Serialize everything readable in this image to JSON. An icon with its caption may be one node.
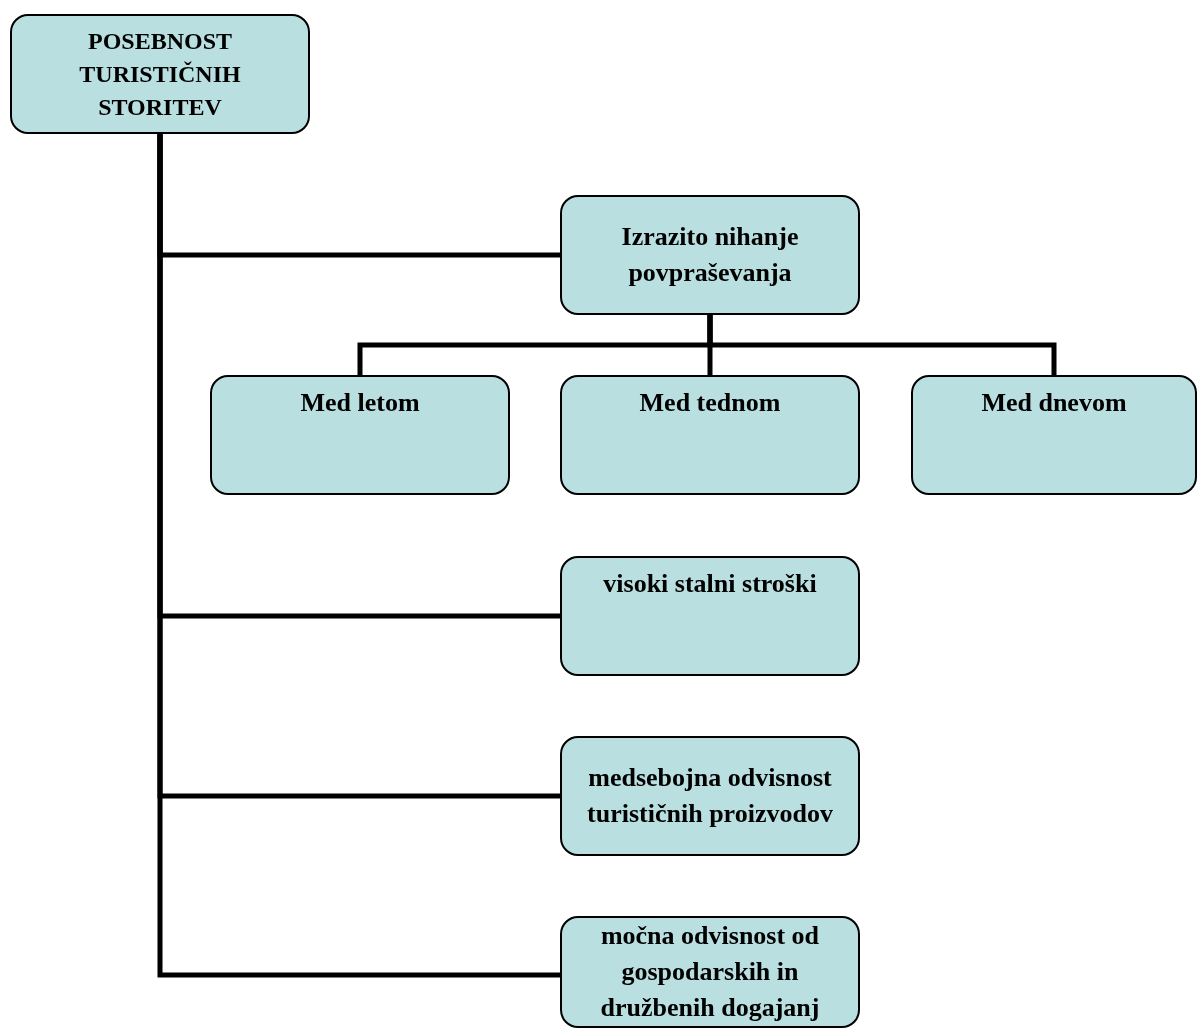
{
  "diagram": {
    "nodes": [
      {
        "text": [
          "POSEBNOST TURISTIČNIH STORITEV"
        ]
      },
      {
        "text": [
          "Izrazito nihanje povpraševanja"
        ]
      },
      {
        "text": [
          "Med letom"
        ]
      },
      {
        "text": [
          "Med tednom"
        ]
      },
      {
        "text": [
          "Med dnevom"
        ]
      },
      {
        "text": [
          "visoki stalni stroški"
        ]
      },
      {
        "text": [
          "medsebojna odvisnost turističnih proizvodov"
        ]
      },
      {
        "text": [
          "močna odvisnost od gospodarskih in družbenih dogajanj"
        ]
      }
    ],
    "edges": [
      {
        "from": 0,
        "to": 1,
        "arrow": "none"
      },
      {
        "from": 1,
        "to": 2,
        "arrow": "none"
      },
      {
        "from": 1,
        "to": 3,
        "arrow": "none"
      },
      {
        "from": 1,
        "to": 4,
        "arrow": "none"
      },
      {
        "from": 0,
        "to": 5,
        "arrow": "none"
      },
      {
        "from": 0,
        "to": 6,
        "arrow": "none"
      },
      {
        "from": 0,
        "to": 7,
        "arrow": "none"
      }
    ]
  }
}
